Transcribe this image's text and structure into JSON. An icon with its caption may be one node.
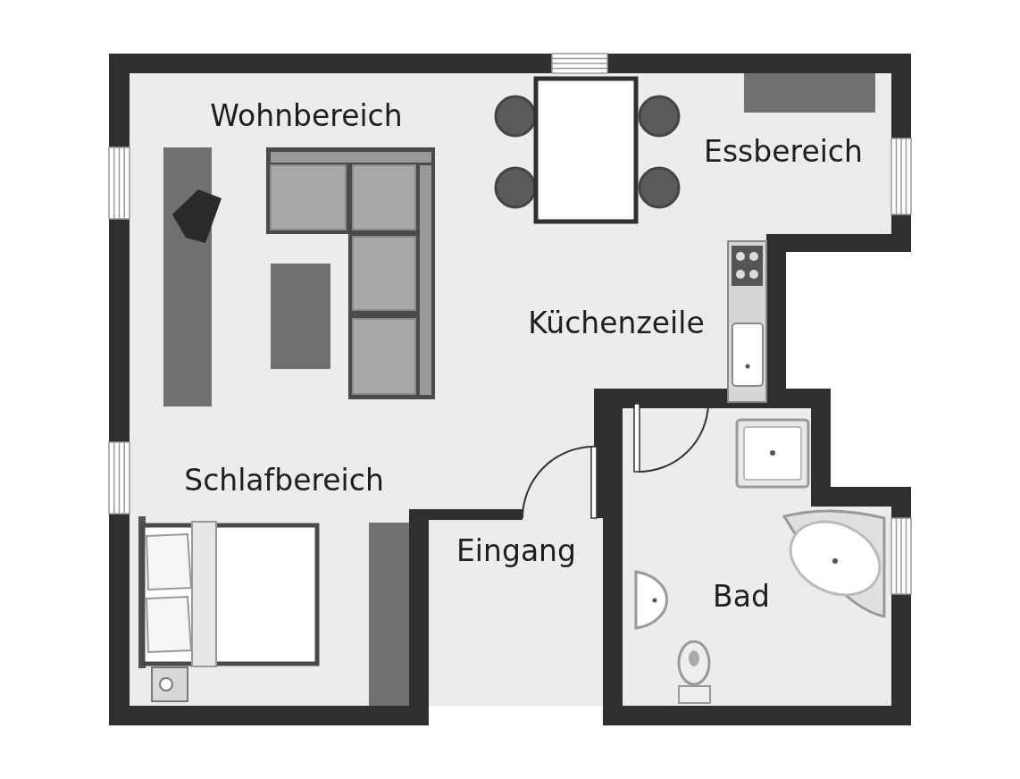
{
  "diagram": {
    "labels": [
      "Wohnbereich",
      "Essbereich",
      "Küchenzeile",
      "Schlafbereich",
      "Eingang",
      "Bad"
    ]
  }
}
